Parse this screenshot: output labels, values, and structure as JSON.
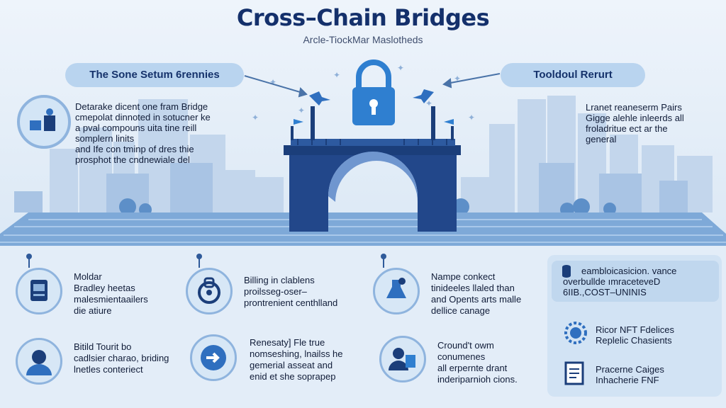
{
  "header": {
    "title": "Cross–Chain Bridges",
    "subtitle": "Arcle-TiockMar Maslotheds"
  },
  "pills": {
    "left": "The Sone Setum 6rennies",
    "right": "Tooldoul Rerurt"
  },
  "side_text": {
    "left": [
      "Detarake dicent one fram Bridge",
      "cmepolat dinnoted in sotucner ke",
      "a pval compouns uita tine reill",
      "somplern linits",
      "and Ife con tminp of dres thie",
      "prosphot the cndnewiale del"
    ],
    "right": [
      "Lranet reaneserm Pairs",
      "Gigge alehle inleerds all",
      "froladritue ect ar the",
      "general"
    ]
  },
  "items": [
    {
      "icon": "smart-contract-icon",
      "lines": [
        "Moldar",
        "Bradley heetas",
        "malesmientaailers",
        "die atiure"
      ]
    },
    {
      "icon": "security-lock-icon",
      "lines": [
        "Billing in clablens",
        "proilsseg-oser–",
        "prontrenient centhlland"
      ]
    },
    {
      "icon": "chemistry-lab-icon",
      "lines": [
        "Nampe conkect",
        "tinideeles llaled than",
        "and Opents arts malle",
        "dellice canage"
      ]
    },
    {
      "icon": "person-avatar-icon",
      "lines": [
        "Bitild Tourit bo",
        "cadlsier charao, briding",
        "lnetles conteriect"
      ]
    },
    {
      "icon": "transfer-arrow-icon",
      "lines": [
        "Renesaty] Fle true",
        "nomseshing, lnailss he",
        "gemerial asseat and",
        "enid et she soprapep"
      ]
    },
    {
      "icon": "user-document-icon",
      "lines": [
        "Cround't owm",
        "conumenes",
        "all erpernte drant",
        "inderiparnioh cions."
      ]
    }
  ],
  "panel": {
    "head_lines": [
      "eambloicasicion. vance",
      "overbullde ımraceteveD",
      "6IIB.,COST–UNINIS"
    ],
    "rows": [
      {
        "icon": "nft-gear-icon",
        "lines": [
          "Ricor NFT Fdelices",
          "Replelic Chasients"
        ]
      },
      {
        "icon": "document-icon",
        "lines": [
          "Pracerne Caiges",
          "Inhacherie FNF"
        ]
      }
    ]
  },
  "colors": {
    "navy": "#1b3e7a",
    "accent": "#2f7fd0",
    "pill": "#b9d4ef",
    "background": "#e7eff8"
  }
}
